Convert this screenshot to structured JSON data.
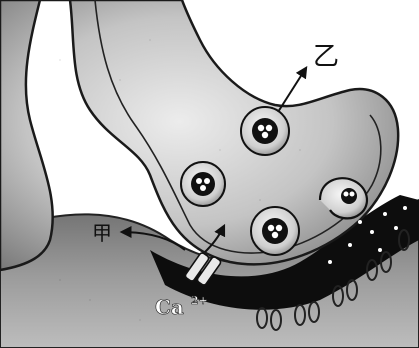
{
  "labels": {
    "jia": "甲",
    "yi": "乙",
    "ion": "Ca",
    "ion_charge": "2+"
  },
  "colors": {
    "membrane_dark": "#2a2a2a",
    "cytoplasm_light": "#cfcfcf",
    "cleft_black": "#0d0d0d",
    "vesicle_fill": "#e6e6e6",
    "outline": "#111111"
  }
}
